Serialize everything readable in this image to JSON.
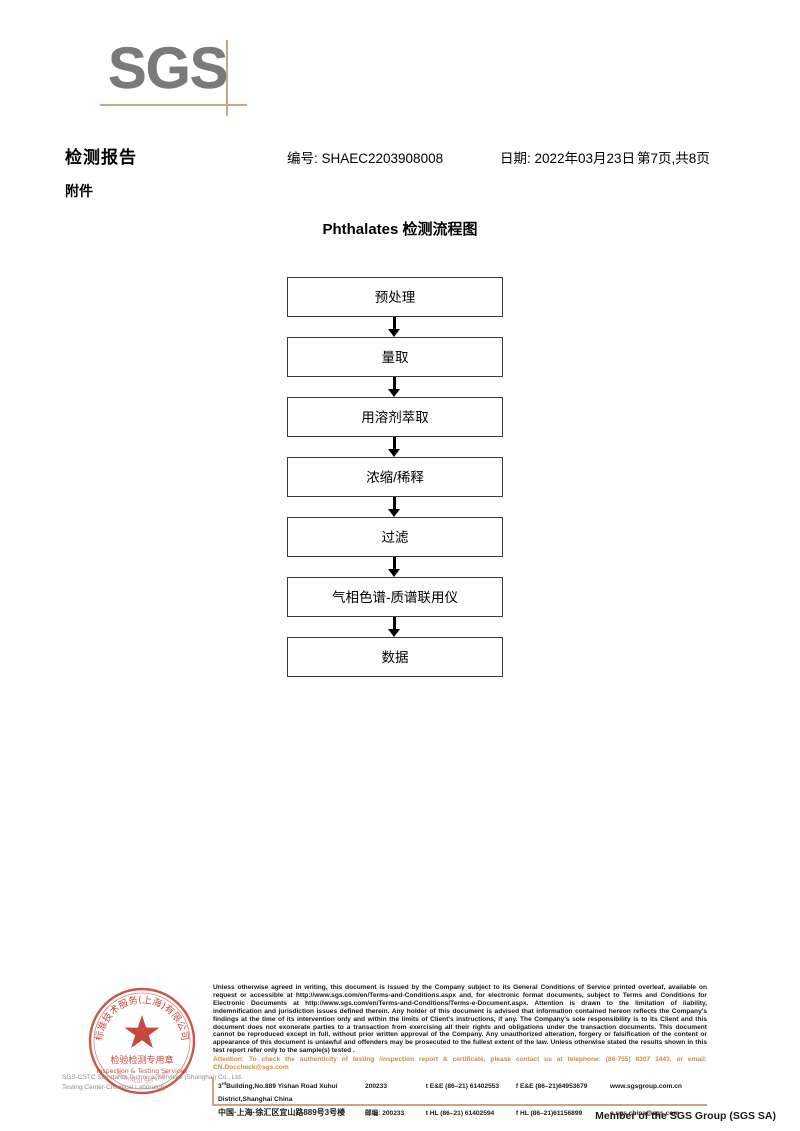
{
  "logo": {
    "text": "SGS"
  },
  "header": {
    "report_title": "检测报告",
    "attachment_label": "附件",
    "report_no": "编号: SHAEC2203908008",
    "date": "日期: 2022年03月23日",
    "page": "第7页,共8页"
  },
  "flowchart": {
    "title": "Phthalates 检测流程图",
    "steps": [
      {
        "label": "预处理"
      },
      {
        "label": "量取"
      },
      {
        "label": "用溶剂萃取"
      },
      {
        "label": "浓缩/稀释"
      },
      {
        "label": "过滤"
      },
      {
        "label": "气相色谱-质谱联用仪"
      },
      {
        "label": "数据"
      }
    ]
  },
  "stamp": {
    "outer_text_cn": "标准技术服务(上海)有限公司",
    "inner_text_cn": "检验检测专用章",
    "inner_text_en": "Inspection & Testing Services",
    "color": "#c0392b"
  },
  "stamp_caption": {
    "line1": "SGS-CSTC Standards Technical Services (Shanghai) Co., Ltd.",
    "line2": "Testing Center-Chemical Laboratory"
  },
  "legal": {
    "body": "Unless otherwise agreed in writing, this document is issued by the Company subject to its General Conditions of Service printed overleaf, available on request or accessible at http://www.sgs.com/en/Terms-and-Conditions.aspx and, for electronic format documents, subject to Terms and Conditions for Electronic Documents at http://www.sgs.com/en/Terms-and-Conditions/Terms-e-Document.aspx. Attention is drawn to the limitation of liability, indemnification and jurisdiction issues defined therein. Any holder of this document is advised that information contained hereon reflects the Company's findings at the time of its intervention only and within the limits of Client's instructions, if any. The Company's sole responsibility is to its Client and this document does not exonerate parties to a transaction from exercising all their rights and obligations under the transaction documents. This document cannot be reproduced except in full, without prior written approval of the Company. Any unauthorized alteration, forgery or falsification of the content or appearance of this document is unlawful and offenders may be prosecuted to the fullest extent of the law. Unless otherwise stated the results shown in this test report refer only to the sample(s) tested .",
    "attention": "Attention: To check the authenticity of testing /inspection report & certificate, please contact us at telephone: (86-755) 8307 1443, or email: CN.Doccheck@sgs.com",
    "attention_color": "#d08a3e"
  },
  "address": {
    "en": {
      "street": "Building,No.889 Yishan Road Xuhui District,Shanghai China",
      "street_prefix": "3",
      "street_sup": "rd",
      "postcode": "200233",
      "tel1": "t E&E (86–21) 61402553",
      "fax1": "f E&E (86–21)64953679",
      "web": "www.sgsgroup.com.cn"
    },
    "cn": {
      "street": "中国·上海·徐汇区宜山路889号3号楼",
      "postcode_label": "邮编: 200233",
      "tel2": "t HL (86–21) 61402594",
      "fax2": "f HL (86–21)61156899",
      "email": "e sgs.china@sgs.com"
    }
  },
  "footer": {
    "member": "Member of the SGS Group (SGS SA)"
  }
}
